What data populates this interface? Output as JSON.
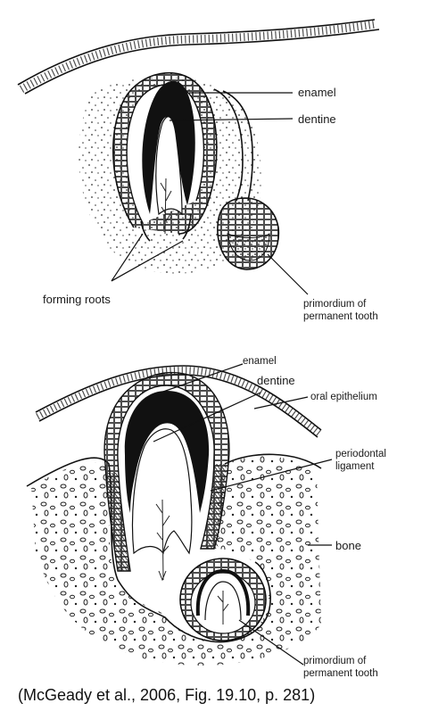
{
  "diagram_top": {
    "labels": {
      "enamel": "enamel",
      "dentine": "dentine",
      "forming_roots": "forming roots",
      "primordium_line1": "primordium of",
      "primordium_line2": "permanent tooth"
    }
  },
  "diagram_bottom": {
    "labels": {
      "enamel": "enamel",
      "dentine": "dentine",
      "oral_epithelium": "oral epithelium",
      "periodontal_line1": "periodontal",
      "periodontal_line2": "ligament",
      "bone": "bone",
      "primordium_line1": "primordium of",
      "primordium_line2": "permanent tooth"
    }
  },
  "caption": "(McGeady et al., 2006, Fig. 19.10, p. 281)"
}
